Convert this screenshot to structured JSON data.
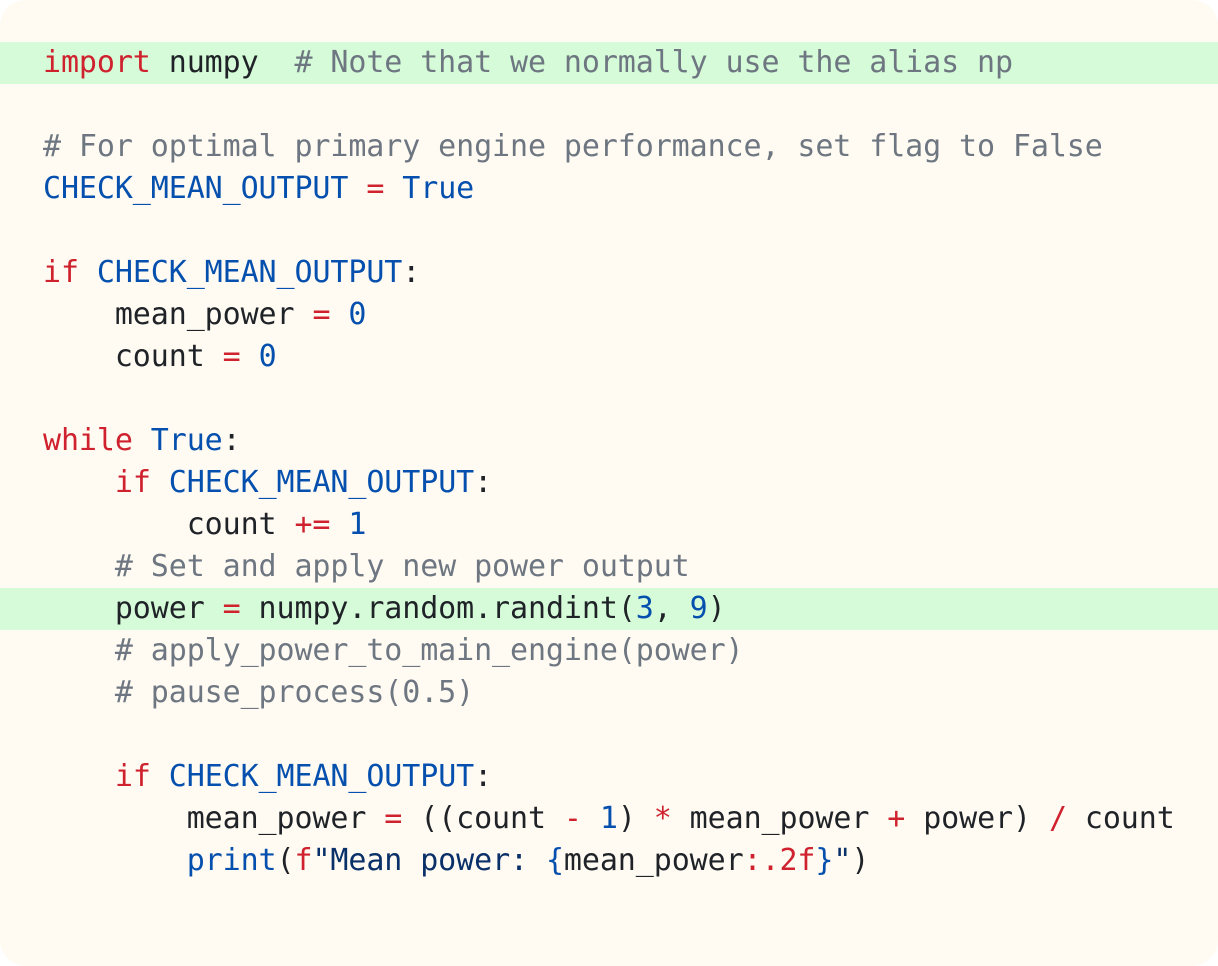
{
  "lines": [
    {
      "highlighted": true,
      "tokens": [
        {
          "t": "import",
          "c": "kw"
        },
        {
          "t": " numpy  ",
          "c": "plain"
        },
        {
          "t": "# Note that we normally use the alias np",
          "c": "cm"
        }
      ]
    },
    {
      "highlighted": false,
      "tokens": []
    },
    {
      "highlighted": false,
      "tokens": [
        {
          "t": "# For optimal primary engine performance, set flag to False",
          "c": "cm"
        }
      ]
    },
    {
      "highlighted": false,
      "tokens": [
        {
          "t": "CHECK_MEAN_OUTPUT",
          "c": "const"
        },
        {
          "t": " ",
          "c": "plain"
        },
        {
          "t": "=",
          "c": "op"
        },
        {
          "t": " ",
          "c": "plain"
        },
        {
          "t": "True",
          "c": "const"
        }
      ]
    },
    {
      "highlighted": false,
      "tokens": []
    },
    {
      "highlighted": false,
      "tokens": [
        {
          "t": "if",
          "c": "kw"
        },
        {
          "t": " ",
          "c": "plain"
        },
        {
          "t": "CHECK_MEAN_OUTPUT",
          "c": "const"
        },
        {
          "t": ":",
          "c": "plain"
        }
      ]
    },
    {
      "highlighted": false,
      "tokens": [
        {
          "t": "    mean_power ",
          "c": "plain"
        },
        {
          "t": "=",
          "c": "op"
        },
        {
          "t": " ",
          "c": "plain"
        },
        {
          "t": "0",
          "c": "num"
        }
      ]
    },
    {
      "highlighted": false,
      "tokens": [
        {
          "t": "    count ",
          "c": "plain"
        },
        {
          "t": "=",
          "c": "op"
        },
        {
          "t": " ",
          "c": "plain"
        },
        {
          "t": "0",
          "c": "num"
        }
      ]
    },
    {
      "highlighted": false,
      "tokens": []
    },
    {
      "highlighted": false,
      "tokens": [
        {
          "t": "while",
          "c": "kw"
        },
        {
          "t": " ",
          "c": "plain"
        },
        {
          "t": "True",
          "c": "const"
        },
        {
          "t": ":",
          "c": "plain"
        }
      ]
    },
    {
      "highlighted": false,
      "tokens": [
        {
          "t": "    ",
          "c": "plain"
        },
        {
          "t": "if",
          "c": "kw"
        },
        {
          "t": " ",
          "c": "plain"
        },
        {
          "t": "CHECK_MEAN_OUTPUT",
          "c": "const"
        },
        {
          "t": ":",
          "c": "plain"
        }
      ]
    },
    {
      "highlighted": false,
      "tokens": [
        {
          "t": "        count ",
          "c": "plain"
        },
        {
          "t": "+=",
          "c": "op"
        },
        {
          "t": " ",
          "c": "plain"
        },
        {
          "t": "1",
          "c": "num"
        }
      ]
    },
    {
      "highlighted": false,
      "tokens": [
        {
          "t": "    ",
          "c": "plain"
        },
        {
          "t": "# Set and apply new power output",
          "c": "cm"
        }
      ]
    },
    {
      "highlighted": true,
      "tokens": [
        {
          "t": "    power ",
          "c": "plain"
        },
        {
          "t": "=",
          "c": "op"
        },
        {
          "t": " numpy.random.randint(",
          "c": "plain"
        },
        {
          "t": "3",
          "c": "num"
        },
        {
          "t": ", ",
          "c": "plain"
        },
        {
          "t": "9",
          "c": "num"
        },
        {
          "t": ")",
          "c": "plain"
        }
      ]
    },
    {
      "highlighted": false,
      "tokens": [
        {
          "t": "    ",
          "c": "plain"
        },
        {
          "t": "# apply_power_to_main_engine(power)",
          "c": "cm"
        }
      ]
    },
    {
      "highlighted": false,
      "tokens": [
        {
          "t": "    ",
          "c": "plain"
        },
        {
          "t": "# pause_process(0.5)",
          "c": "cm"
        }
      ]
    },
    {
      "highlighted": false,
      "tokens": []
    },
    {
      "highlighted": false,
      "tokens": [
        {
          "t": "    ",
          "c": "plain"
        },
        {
          "t": "if",
          "c": "kw"
        },
        {
          "t": " ",
          "c": "plain"
        },
        {
          "t": "CHECK_MEAN_OUTPUT",
          "c": "const"
        },
        {
          "t": ":",
          "c": "plain"
        }
      ]
    },
    {
      "highlighted": false,
      "tokens": [
        {
          "t": "        mean_power ",
          "c": "plain"
        },
        {
          "t": "=",
          "c": "op"
        },
        {
          "t": " ((count ",
          "c": "plain"
        },
        {
          "t": "-",
          "c": "op"
        },
        {
          "t": " ",
          "c": "plain"
        },
        {
          "t": "1",
          "c": "num"
        },
        {
          "t": ") ",
          "c": "plain"
        },
        {
          "t": "*",
          "c": "op"
        },
        {
          "t": " mean_power ",
          "c": "plain"
        },
        {
          "t": "+",
          "c": "op"
        },
        {
          "t": " power) ",
          "c": "plain"
        },
        {
          "t": "/",
          "c": "op"
        },
        {
          "t": " count",
          "c": "plain"
        }
      ]
    },
    {
      "highlighted": false,
      "tokens": [
        {
          "t": "        ",
          "c": "plain"
        },
        {
          "t": "print",
          "c": "fn"
        },
        {
          "t": "(",
          "c": "plain"
        },
        {
          "t": "f",
          "c": "kw"
        },
        {
          "t": "\"Mean power: ",
          "c": "str"
        },
        {
          "t": "{",
          "c": "num"
        },
        {
          "t": "mean_power",
          "c": "plain"
        },
        {
          "t": ":.2f",
          "c": "op"
        },
        {
          "t": "}",
          "c": "num"
        },
        {
          "t": "\"",
          "c": "str"
        },
        {
          "t": ")",
          "c": "plain"
        }
      ]
    }
  ],
  "colors": {
    "background": "#fffbf2",
    "highlight": "#d6fbd8",
    "keyword": "#cf222e",
    "constant": "#0550ae",
    "comment": "#6e7781",
    "string": "#0a3069",
    "text": "#1f2328"
  }
}
